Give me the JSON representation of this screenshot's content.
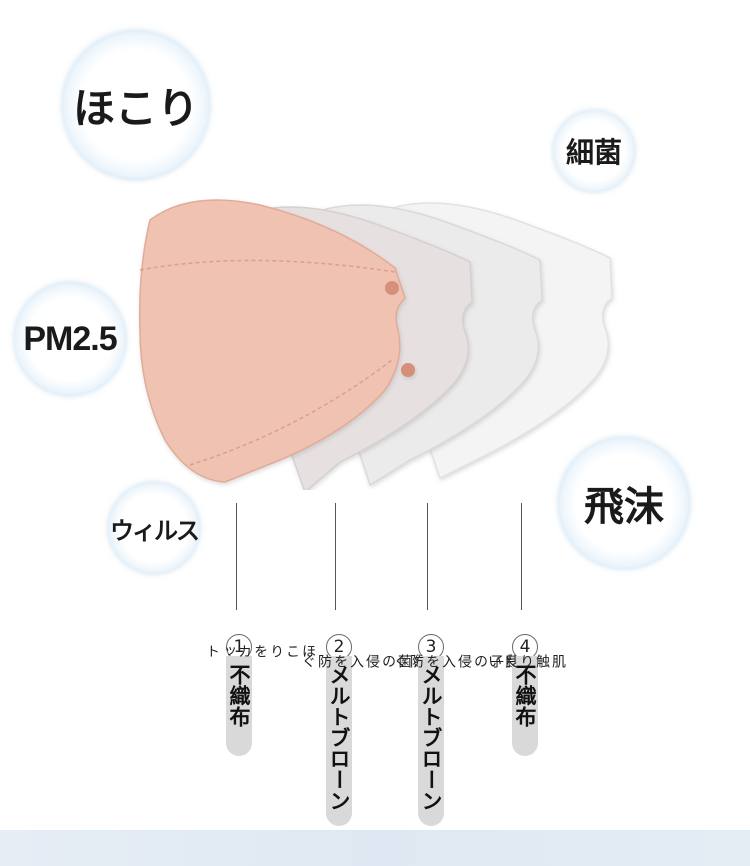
{
  "bubbles": {
    "hokori": "ほこり",
    "saikin": "細菌",
    "pm25": "PM2.5",
    "virus": "ウィルス",
    "himatsu": "飛沫"
  },
  "layers": [
    {
      "number": "1",
      "title": "不織布",
      "description": "ほこりをカット"
    },
    {
      "number": "2",
      "title": "メルトブローン",
      "description": "細菌の侵入を防ぐ"
    },
    {
      "number": "3",
      "title": "メルトブローン",
      "description": "微粒子の侵入を防ぐ"
    },
    {
      "number": "4",
      "title": "不織布",
      "description": "肌触り良い"
    }
  ],
  "colors": {
    "mask1": "#f0c2b2",
    "mask2": "#e6e1e0",
    "mask3": "#ebebeb",
    "mask4": "#f4f4f4",
    "bubble_ring": "#7db4db",
    "pill": "#d9d9d9"
  }
}
